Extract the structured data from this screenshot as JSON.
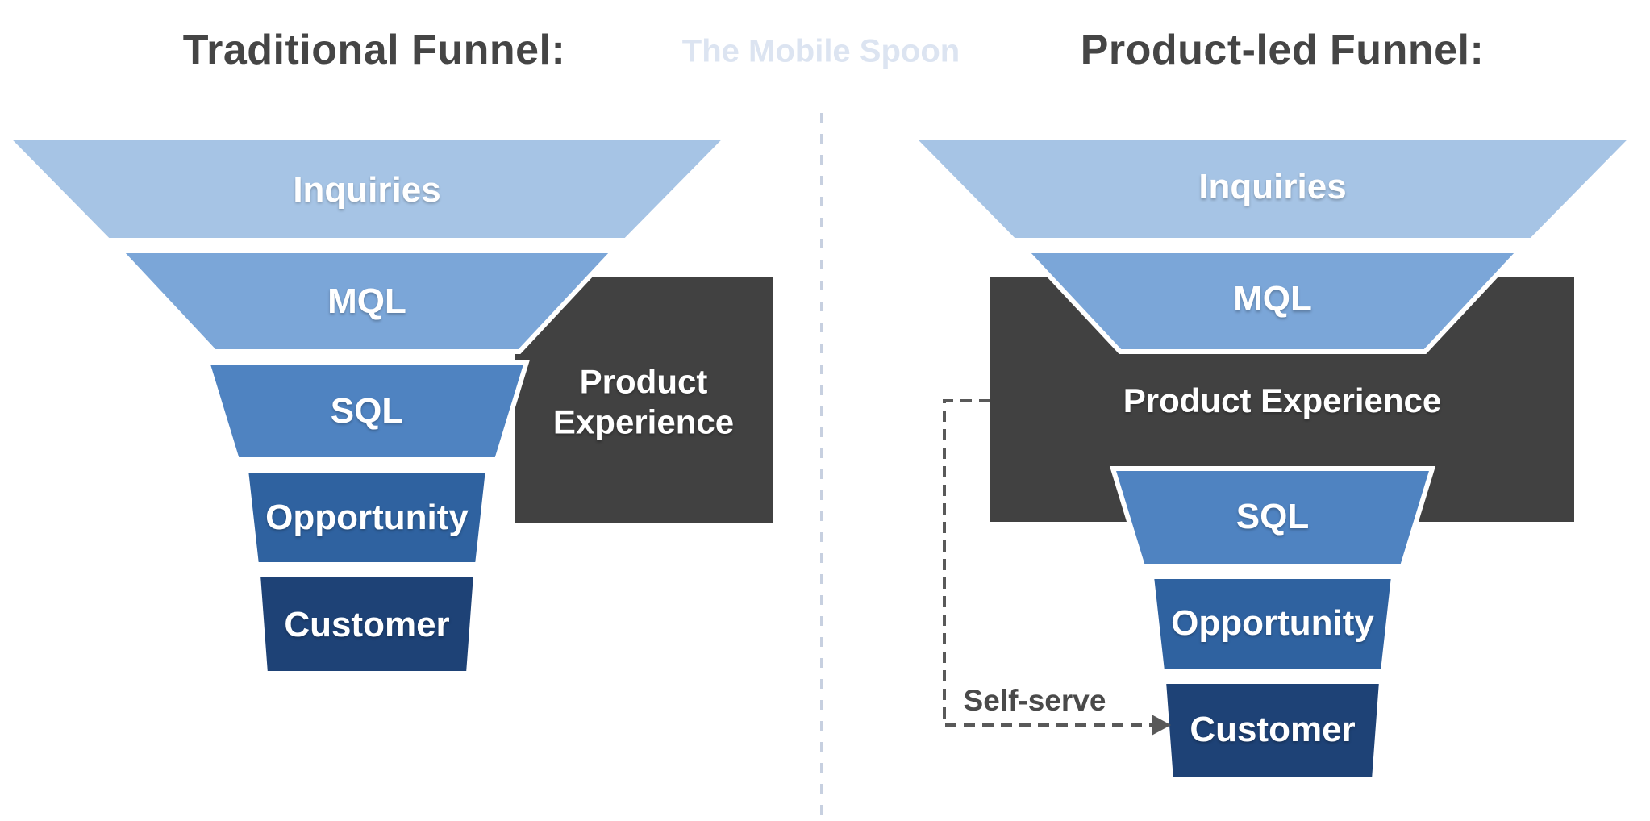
{
  "diagram": {
    "left_title": "Traditional Funnel:",
    "right_title": "Product-led Funnel:",
    "watermark": "The Mobile Spoon",
    "left_funnel": {
      "stages": [
        "Inquiries",
        "MQL",
        "SQL",
        "Opportunity",
        "Customer"
      ]
    },
    "right_funnel": {
      "stages": [
        "Inquiries",
        "MQL",
        "SQL",
        "Opportunity",
        "Customer"
      ]
    },
    "product_experience_left": {
      "line1": "Product",
      "line2": "Experience"
    },
    "product_experience_right": "Product Experience",
    "self_serve_label": "Self-serve"
  },
  "colors": {
    "stage_inquiries": "#a6c4e5",
    "stage_mql": "#7ba6d8",
    "stage_sql": "#4f83c1",
    "stage_opportunity": "#2f62a0",
    "stage_customer": "#1e4276",
    "product_experience_box": "#414141",
    "title_text": "#454545",
    "watermark_text": "#dce4f1",
    "divider": "#c7d0e0",
    "connector": "#595959",
    "stage_label_text": "#ffffff"
  }
}
